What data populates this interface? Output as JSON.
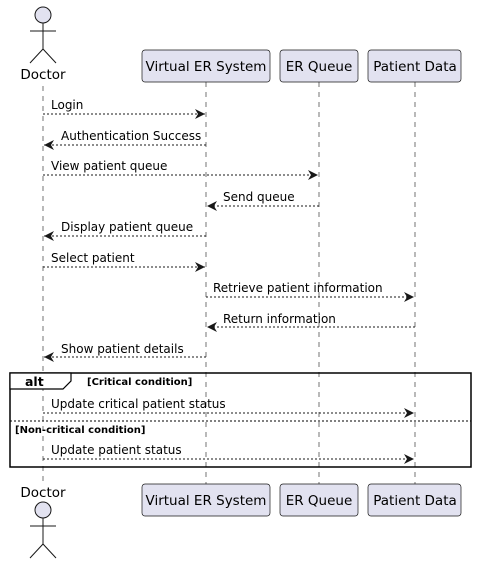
{
  "participants": [
    {
      "id": "doctor",
      "name": "Doctor",
      "kind": "actor"
    },
    {
      "id": "vers",
      "name": "Virtual ER System",
      "kind": "box"
    },
    {
      "id": "queue",
      "name": "ER Queue",
      "kind": "box"
    },
    {
      "id": "pdata",
      "name": "Patient Data",
      "kind": "box"
    }
  ],
  "messages": [
    {
      "from": "doctor",
      "to": "vers",
      "label": "Login"
    },
    {
      "from": "vers",
      "to": "doctor",
      "label": "Authentication Success"
    },
    {
      "from": "doctor",
      "to": "queue",
      "label": "View patient queue"
    },
    {
      "from": "queue",
      "to": "vers",
      "label": "Send queue"
    },
    {
      "from": "vers",
      "to": "doctor",
      "label": "Display patient queue"
    },
    {
      "from": "doctor",
      "to": "vers",
      "label": "Select patient"
    },
    {
      "from": "vers",
      "to": "pdata",
      "label": "Retrieve patient information"
    },
    {
      "from": "pdata",
      "to": "vers",
      "label": "Return information"
    },
    {
      "from": "vers",
      "to": "doctor",
      "label": "Show patient details"
    },
    {
      "from": "doctor",
      "to": "pdata",
      "label": "Update critical patient status"
    },
    {
      "from": "doctor",
      "to": "pdata",
      "label": "Update patient status"
    }
  ],
  "alt_fragment": {
    "keyword": "alt",
    "guards": [
      "[Critical condition]",
      "[Non-critical condition]"
    ]
  },
  "colors": {
    "participant_fill": "#e2e2f0",
    "participant_border": "#181818",
    "lifeline": "#181818",
    "arrow": "#181818"
  }
}
